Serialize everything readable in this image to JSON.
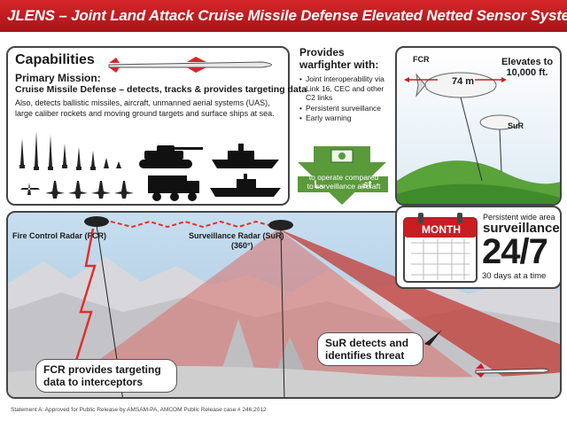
{
  "title": "JLENS – Joint Land Attack Cruise Missile Defense Elevated Netted Sensor System",
  "capabilities": {
    "heading": "Capabilities",
    "primary_heading": "Primary Mission:",
    "primary_mission": "Cruise Missile Defense – detects, tracks & provides targeting data",
    "description": "Also, detects ballistic missiles, aircraft, unmanned aerial systems (UAS), large caliber rockets and moving ground targets and surface ships at sea."
  },
  "provides": {
    "heading": "Provides warfighter with:",
    "items": [
      "Joint interoperability via Link 16, CEC and other C2 links",
      "Persistent surveillance",
      "Early warning"
    ],
    "lower_cost_label": "Lower Cost",
    "lower_cost_text": "to operate compared to surveillance aircraft"
  },
  "aerostat": {
    "fcr_label": "FCR",
    "elevation_text": "Elevates to 10,000 ft.",
    "length_label": "74 m",
    "sur_label": "SuR"
  },
  "surveillance_card": {
    "month_label": "MONTH",
    "persistent_text": "Persistent wide area",
    "surveillance_text": "surveillance",
    "big_text": "24/7",
    "days_text": "30 days at a time"
  },
  "scene": {
    "fcr_label": "Fire Control Radar (FCR)",
    "sur_label": "Surveillance Radar (SuR)",
    "sur_sub": "(360°)",
    "sur_callout": "SuR detects and identifies threat",
    "fcr_callout": "FCR provides targeting data to interceptors"
  },
  "footer": "Statement A: Approved for Public Release by AMSAM-PA, AMCOM Public Release case # 246,2012",
  "colors": {
    "title_red": "#c81e22",
    "radar_red": "#e0302c",
    "cost_green": "#5a9a3a"
  }
}
